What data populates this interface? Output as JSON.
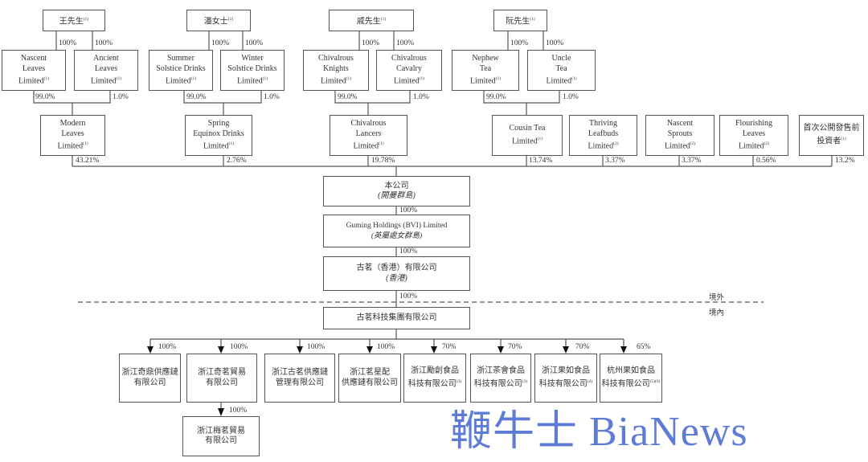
{
  "shareholders": [
    {
      "name": "王先生",
      "note": "(1)"
    },
    {
      "name": "潘女士",
      "note": "(1)"
    },
    {
      "name": "戚先生",
      "note": "(1)"
    },
    {
      "name": "阮先生",
      "note": "(1)"
    }
  ],
  "holding_vehicles": [
    {
      "lines": [
        "Nascent",
        "Leaves",
        "Limited"
      ],
      "note": "(1)",
      "pct_from_parent": "100%",
      "pct_to_child": "99.0%"
    },
    {
      "lines": [
        "Ancient",
        "Leaves",
        "Limited"
      ],
      "note": "(1)",
      "pct_from_parent": "100%",
      "pct_to_child": "1.0%"
    },
    {
      "lines": [
        "Summer",
        "Solstice Drinks",
        "Limited"
      ],
      "note": "(1)",
      "pct_from_parent": "100%",
      "pct_to_child": "99.0%"
    },
    {
      "lines": [
        "Winter",
        "Solstice Drinks",
        "Limited"
      ],
      "note": "(1)",
      "pct_from_parent": "100%",
      "pct_to_child": "1.0%"
    },
    {
      "lines": [
        "Chivalrous",
        "Knights",
        "Limited"
      ],
      "note": "(1)",
      "pct_from_parent": "100%",
      "pct_to_child": "99.0%"
    },
    {
      "lines": [
        "Chivalrous",
        "Cavalry",
        "Limited"
      ],
      "note": "(1)",
      "pct_from_parent": "100%",
      "pct_to_child": "1.0%"
    },
    {
      "lines": [
        "Nephew",
        "Tea",
        "Limited"
      ],
      "note": "(1)",
      "pct_from_parent": "100%",
      "pct_to_child": "99.0%"
    },
    {
      "lines": [
        "Uncle",
        "Tea",
        "Limited"
      ],
      "note": "(1)",
      "pct_from_parent": "100%",
      "pct_to_child": "1.0%"
    }
  ],
  "direct_shareholders": [
    {
      "lines": [
        "Modern",
        "Leaves",
        "Limited"
      ],
      "note": "(1)",
      "pct": "43.21%"
    },
    {
      "lines": [
        "Spring",
        "Equinox Drinks",
        "Limited"
      ],
      "note": "(1)",
      "pct": "2.76%"
    },
    {
      "lines": [
        "Chivalrous",
        "Lancers",
        "Limited"
      ],
      "note": "(1)",
      "pct": "19.78%"
    },
    {
      "lines": [
        "Cousin Tea",
        "Limited"
      ],
      "note": "(1)",
      "pct": "13.74%"
    },
    {
      "lines": [
        "Thriving",
        "Leafbuds",
        "Limited"
      ],
      "note": "(2)",
      "pct": "3.37%"
    },
    {
      "lines": [
        "Nascent",
        "Sprouts",
        "Limited"
      ],
      "note": "(2)",
      "pct": "3.37%"
    },
    {
      "lines": [
        "Flourishing",
        "Leaves",
        "Limited"
      ],
      "note": "(2)",
      "pct": "0.56%"
    },
    {
      "lines": [
        "首次公開發售前",
        "投資者"
      ],
      "note": "(1)",
      "pct": "13.2%"
    }
  ],
  "chain": [
    {
      "name": "本公司",
      "jurisdiction": "(開曼群島)",
      "pct_below": "100%"
    },
    {
      "name": "Guming Holdings (BVI) Limited",
      "jurisdiction": "(英屬處女群島)",
      "pct_below": "100%"
    },
    {
      "name": "古茗（香港）有限公司",
      "jurisdiction": "(香港)",
      "pct_below": "100%"
    },
    {
      "name": "古茗科技集團有限公司",
      "jurisdiction": ""
    }
  ],
  "zones": {
    "offshore": "境外",
    "onshore": "境內"
  },
  "subsidiaries": [
    {
      "lines": [
        "浙江奇鼎供應鏈",
        "有限公司"
      ],
      "note": "",
      "pct": "100%"
    },
    {
      "lines": [
        "浙江奇茗貿易",
        "有限公司"
      ],
      "note": "",
      "pct": "100%"
    },
    {
      "lines": [
        "浙江古茗供應鏈",
        "管理有限公司"
      ],
      "note": "",
      "pct": "100%"
    },
    {
      "lines": [
        "浙江茗星配",
        "供應鏈有限公司"
      ],
      "note": "",
      "pct": "100%"
    },
    {
      "lines": [
        "浙江勵創食品",
        "科技有限公司"
      ],
      "note": "(3)",
      "pct": "70%"
    },
    {
      "lines": [
        "浙江茶會食品",
        "科技有限公司"
      ],
      "note": "(3)",
      "pct": "70%"
    },
    {
      "lines": [
        "浙江果如食品",
        "科技有限公司"
      ],
      "note": "(4)",
      "pct": "70%"
    },
    {
      "lines": [
        "杭州果如食品",
        "科技有限公司"
      ],
      "note": "(5)(6)",
      "pct": "65%"
    }
  ],
  "sub_subsidiary": {
    "lines": [
      "浙江梅茗貿易",
      "有限公司"
    ],
    "pct": "100%"
  },
  "watermark": "鞭牛士 BiaNews"
}
